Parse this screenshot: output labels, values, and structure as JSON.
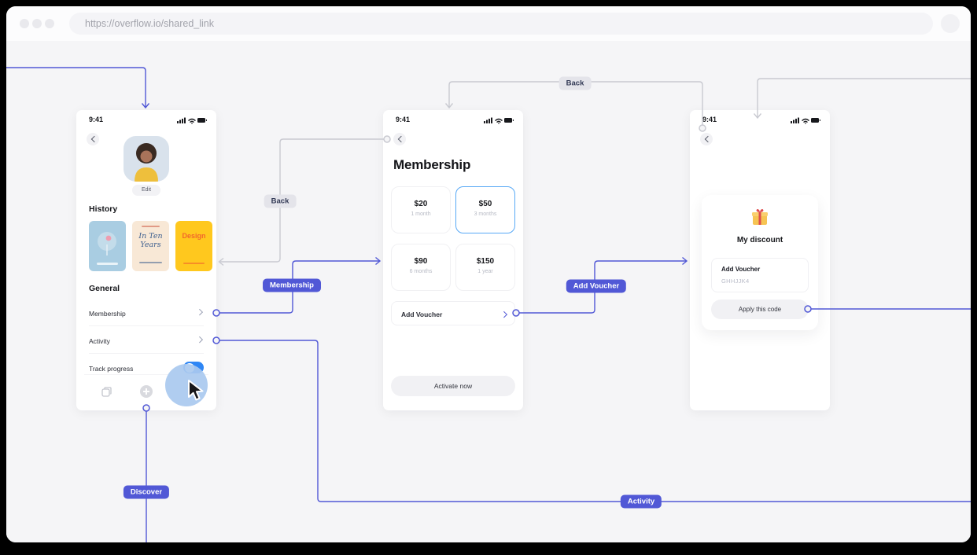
{
  "browser": {
    "url": "https://overflow.io/shared_link"
  },
  "connectors": {
    "back_mid": {
      "label": "Back"
    },
    "back_top": {
      "label": "Back"
    },
    "membership": {
      "label": "Membership"
    },
    "add_voucher": {
      "label": "Add Voucher"
    },
    "discover": {
      "label": "Discover"
    },
    "activity": {
      "label": "Activity"
    }
  },
  "profile_screen": {
    "time": "9:41",
    "edit_button": "Edit",
    "history_heading": "History",
    "cover_in_ten_years_line1": "In Ten",
    "cover_in_ten_years_line2": "Years",
    "cover_design": "Design",
    "general_heading": "General",
    "membership_row": "Membership",
    "activity_row": "Activity",
    "track_progress_row": "Track progress"
  },
  "membership_screen": {
    "time": "9:41",
    "title": "Membership",
    "plans": [
      {
        "price": "$20",
        "duration": "1 month"
      },
      {
        "price": "$50",
        "duration": "3 months"
      },
      {
        "price": "$90",
        "duration": "6 months"
      },
      {
        "price": "$150",
        "duration": "1 year"
      }
    ],
    "add_voucher_row": "Add Voucher",
    "activate_button": "Activate now"
  },
  "discount_screen": {
    "time": "9:41",
    "card_title": "My discount",
    "voucher_label": "Add Voucher",
    "voucher_code": "GHHJJK4",
    "apply_button": "Apply this code"
  },
  "colors": {
    "connector_blue": "#5158d6",
    "connector_gray": "#c9cad1",
    "label_blue_bg": "#5158d6",
    "label_gray_bg": "#e4e4ea",
    "toggle_on": "#2e86f5",
    "selected_card_border": "#58a9f6",
    "touch_indicator": "#a9c9ef"
  }
}
